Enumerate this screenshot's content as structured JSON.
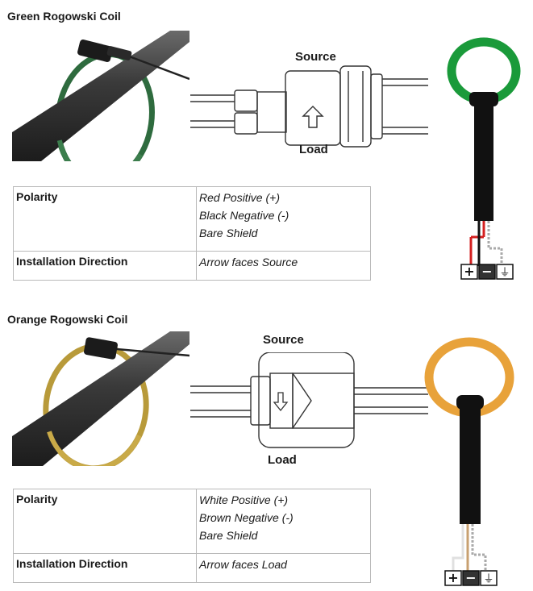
{
  "sections": [
    {
      "title": "Green Rogowski Coil",
      "coil_color": "#2e6b3e",
      "diagram": {
        "top_label": "Source",
        "bottom_label": "Load",
        "arrow": "up-arrow-icon"
      },
      "wiring": {
        "positive_wire": "#d42020",
        "negative_wire": "#111111",
        "shield_wire": "#aaaaaa"
      },
      "terminals": {
        "plus": "+",
        "minus": "−",
        "ground": "⏚"
      },
      "table": {
        "polarity_label": "Polarity",
        "polarity_values": [
          "Red Positive (+)",
          "Black Negative (-)",
          "Bare Shield"
        ],
        "direction_label": "Installation Direction",
        "direction_value": "Arrow faces Source"
      }
    },
    {
      "title": "Orange Rogowski Coil",
      "coil_color": "#b89a3a",
      "diagram": {
        "top_label": "Source",
        "bottom_label": "Load",
        "arrow": "down-arrow-icon"
      },
      "wiring": {
        "positive_wire": "#e8e8e8",
        "negative_wire": "#c8a070",
        "shield_wire": "#aaaaaa"
      },
      "terminals": {
        "plus": "+",
        "minus": "−",
        "ground": "⏚"
      },
      "table": {
        "polarity_label": "Polarity",
        "polarity_values": [
          "White Positive (+)",
          "Brown Negative (-)",
          "Bare Shield"
        ],
        "direction_label": "Installation Direction",
        "direction_value": "Arrow faces Load"
      }
    }
  ]
}
